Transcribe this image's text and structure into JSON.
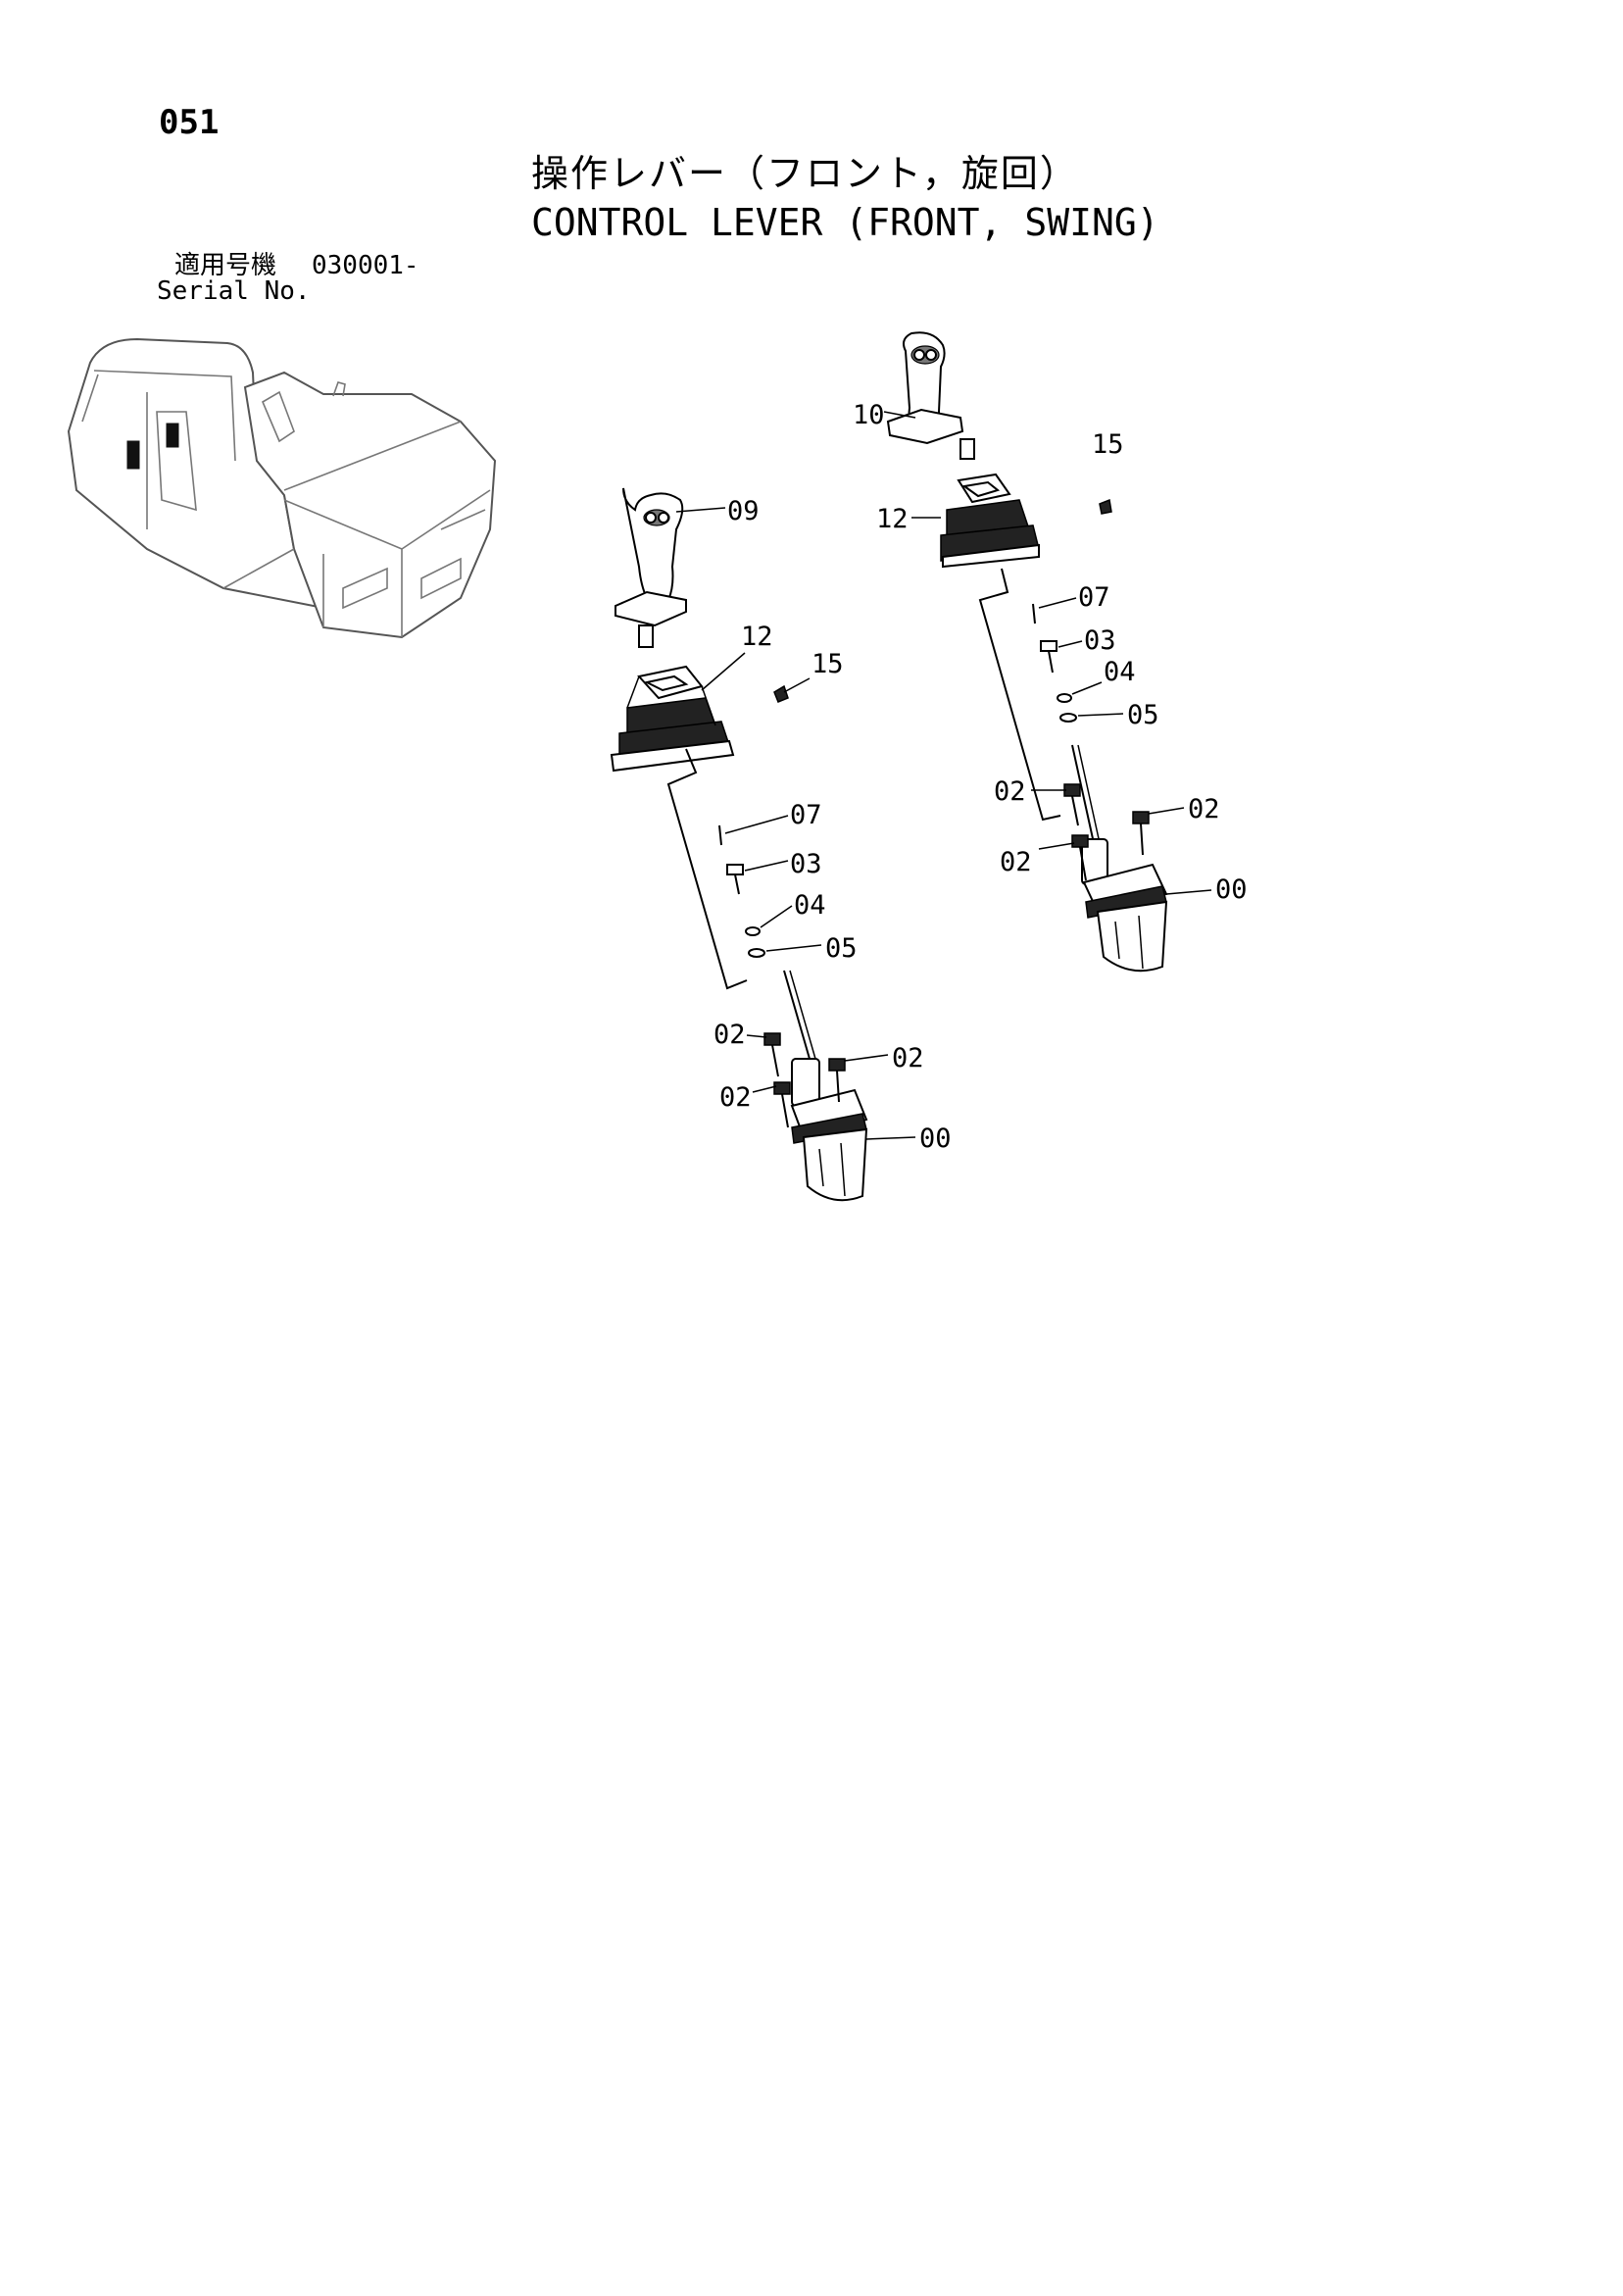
{
  "page": {
    "number": "051"
  },
  "title": {
    "japanese": "操作レバー（フロント，旋回）",
    "english": "CONTROL LEVER (FRONT, SWING)"
  },
  "serial": {
    "label_japanese": "適用号機",
    "value": "030001-",
    "label_english": "Serial No."
  },
  "callouts": {
    "left_assembly": {
      "grip": "09",
      "boot": "12",
      "clip": "15",
      "pin": "07",
      "screw": "03",
      "washer": "04",
      "ring": "05",
      "bolt_a": "02",
      "bolt_b": "02",
      "bolt_c": "02",
      "valve": "00"
    },
    "right_assembly": {
      "grip": "10",
      "boot": "12",
      "clip": "15",
      "pin": "07",
      "screw": "03",
      "washer": "04",
      "ring": "05",
      "bolt_a": "02",
      "bolt_b": "02",
      "bolt_c": "02",
      "valve": "00"
    }
  },
  "icons": {
    "overview": "excavator-cab-overview-icon",
    "lever_grip": "joystick-grip-icon",
    "boot": "rubber-boot-icon",
    "valve": "pilot-valve-icon",
    "bolt": "bolt-icon"
  }
}
